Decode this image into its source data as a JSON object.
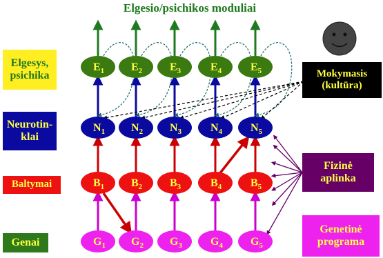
{
  "title": "Elgesio/psichikos moduliai",
  "labels": {
    "elgesys": [
      "Elgesys,",
      "psichika"
    ],
    "neuro": [
      "Neurotin-",
      "klai"
    ],
    "baltymai": "Baltymai",
    "genai": "Genai",
    "mokymasis": [
      "Mokymasis",
      "(kultūra)"
    ],
    "fizine": [
      "Fizinė",
      "aplinka"
    ],
    "genetine": [
      "Genetinė",
      "programa"
    ]
  },
  "layers": {
    "E": {
      "letter": "E",
      "subs": [
        "1",
        "2",
        "3",
        "4",
        "5"
      ],
      "fill": "#3a7a10",
      "text_color": "#ffff44"
    },
    "N": {
      "letter": "N",
      "subs": [
        "1",
        "2",
        "3",
        "4",
        "5"
      ],
      "fill": "#0a0aa0",
      "text_color": "#ffff44"
    },
    "B": {
      "letter": "B",
      "subs": [
        "1",
        "2",
        "3",
        "4",
        "5"
      ],
      "fill": "#ee1111",
      "text_color": "#ffff44"
    },
    "G": {
      "letter": "G",
      "subs": [
        "1",
        "2",
        "3",
        "4",
        "5"
      ],
      "fill": "#ee22ee",
      "text_color": "#ffff44"
    }
  },
  "colors": {
    "output_arrow": "#1f7a1f",
    "n_to_e_arrow": "#0a0aa0",
    "b_to_n_arrow": "#cc0000",
    "g_to_b_arrow": "#cc00cc",
    "feedback_dashed": "#1a6a6a",
    "learning_dashed": "#000000",
    "environment_arrow": "#660066",
    "smiley_face": "#444444"
  },
  "icons": {
    "teacher": "smiley-face-icon"
  }
}
